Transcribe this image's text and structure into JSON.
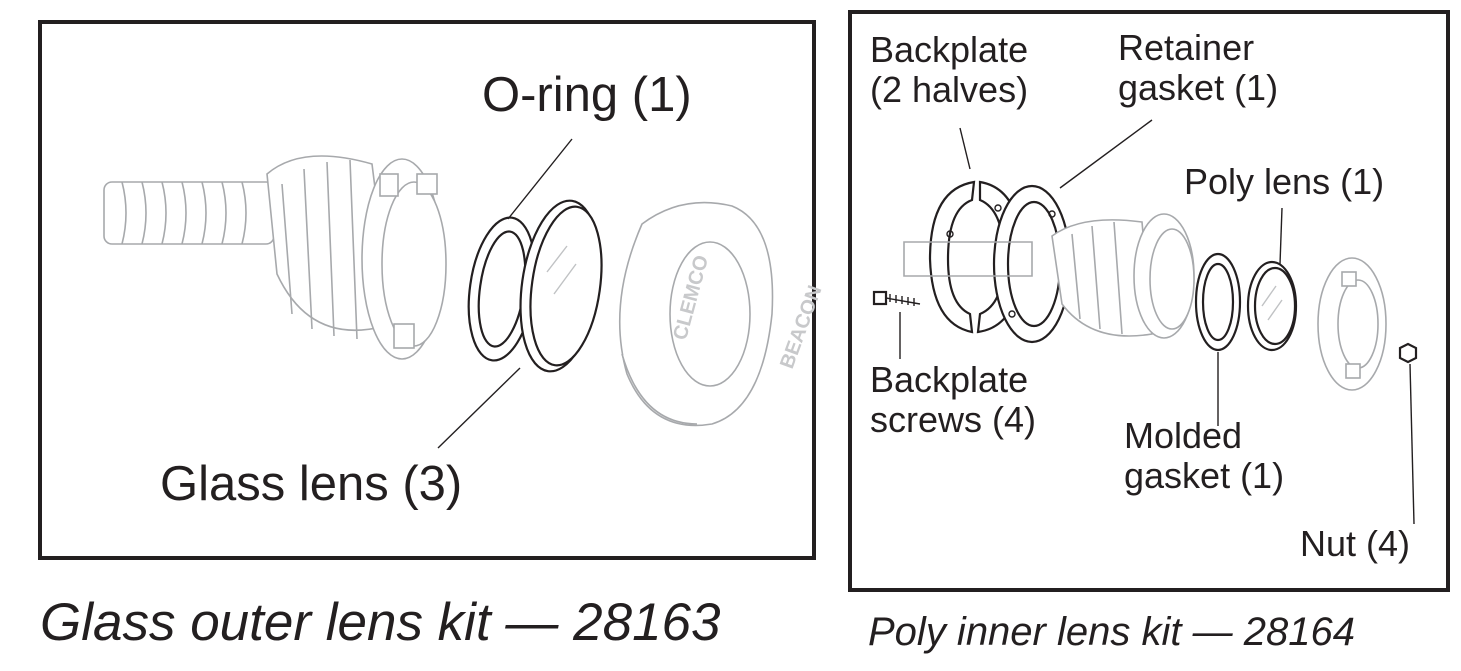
{
  "left_panel": {
    "labels": {
      "o_ring": "O-ring (1)",
      "glass_lens": "Glass lens (3)"
    },
    "cap_text": [
      "CLEMCO",
      "BEACON"
    ],
    "caption": "Glass outer lens kit — 28163"
  },
  "right_panel": {
    "labels": {
      "backplate_line1": "Backplate",
      "backplate_line2": "(2 halves)",
      "retainer_line1": "Retainer",
      "retainer_line2": "gasket (1)",
      "poly_lens": "Poly lens (1)",
      "screws_line1": "Backplate",
      "screws_line2": "screws (4)",
      "molded_line1": "Molded",
      "molded_line2": "gasket (1)",
      "nut": "Nut (4)"
    },
    "caption": "Poly inner lens kit — 28164"
  }
}
